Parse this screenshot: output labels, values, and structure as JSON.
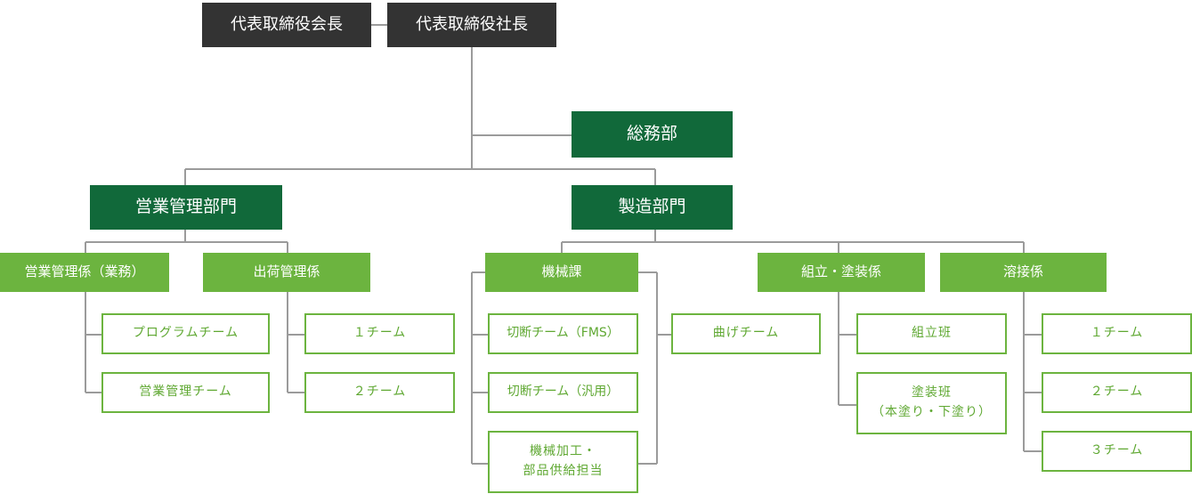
{
  "executives": {
    "chairman": "代表取締役会長",
    "president": "代表取締役社長"
  },
  "general_affairs": "総務部",
  "sales_division": {
    "name": "営業管理部門",
    "sections": [
      {
        "name": "営業管理係（業務）",
        "teams": [
          "プログラムチーム",
          "営業管理チーム"
        ]
      },
      {
        "name": "出荷管理係",
        "teams": [
          "１チーム",
          "２チーム"
        ]
      }
    ]
  },
  "manufacturing_division": {
    "name": "製造部門",
    "machinery": {
      "name": "機械課",
      "teams": [
        "切断チーム（FMS）",
        "切断チーム（汎用）",
        "機械加工・\n部品供給担当"
      ],
      "side_team": "曲げチーム"
    },
    "assembly": {
      "name": "組立・塗装係",
      "teams": [
        "組立班",
        "塗装班\n（本塗り・下塗り）"
      ]
    },
    "welding": {
      "name": "溶接係",
      "teams": [
        "１チーム",
        "２チーム",
        "３チーム"
      ]
    }
  },
  "colors": {
    "executive_box": "#333333",
    "division_box": "#11693a",
    "section_box": "#6cb43f",
    "team_border": "#6cb43f",
    "team_text": "#5fa832",
    "connector": "#9b9b9b"
  }
}
